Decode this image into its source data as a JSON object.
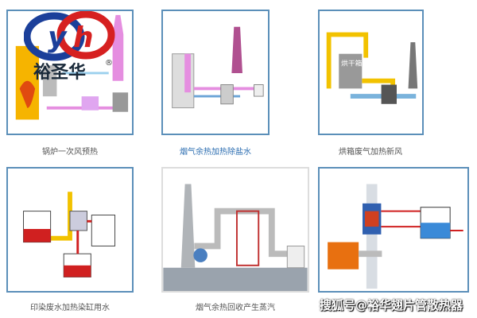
{
  "panels": [
    {
      "caption": "锅炉一次风预热"
    },
    {
      "caption": "烟气余热加热除盐水"
    },
    {
      "caption": "烘箱废气加热新风",
      "box_label": "烘干箱"
    },
    {
      "caption": "印染废水加热染缸用水"
    },
    {
      "caption": "烟气余热回收产生蒸汽"
    },
    {
      "caption": ""
    }
  ],
  "logo": {
    "letters": "yh",
    "name": "裕圣华",
    "mark": "®"
  },
  "watermark": "搜狐号@裕华翅片管散热器",
  "colors": {
    "border": "#5b8fb9",
    "active_caption": "#2a6cb0",
    "pipe_pink": "#e58ee0",
    "pipe_yellow": "#f2c200",
    "pipe_gray": "#9aa3ad"
  }
}
